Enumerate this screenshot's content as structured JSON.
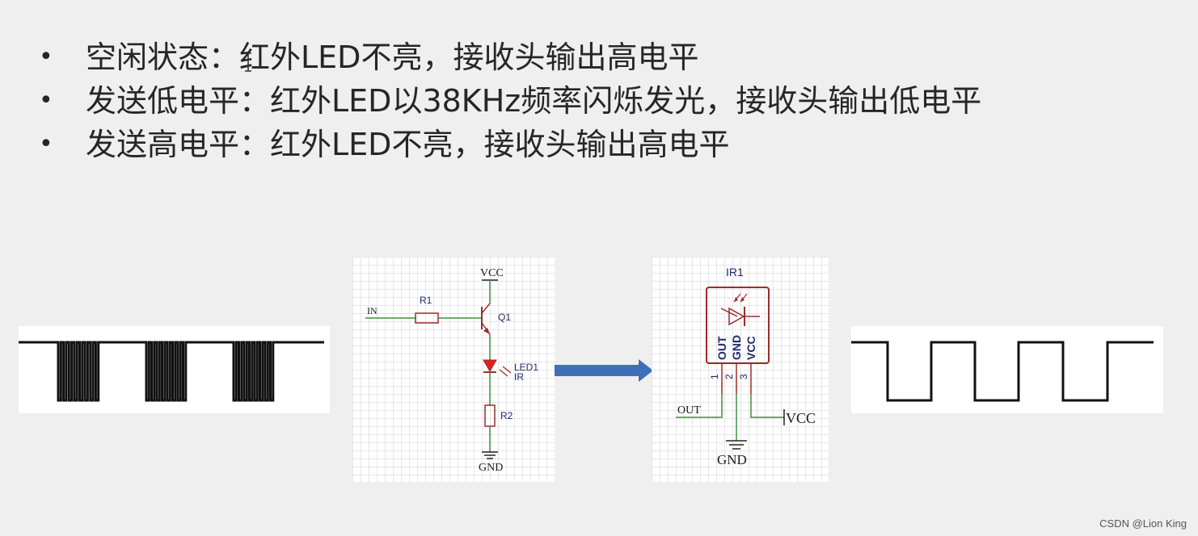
{
  "bullets": [
    {
      "text": "空闲状态：红外LED不亮，接收头输出高电平"
    },
    {
      "text": "发送低电平：红外LED以38KHz频率闪烁发光，接收头输出低电平"
    },
    {
      "text": "发送高电平：红外LED不亮，接收头输出高电平"
    }
  ],
  "bullet_symbol": "•",
  "transmitter": {
    "vcc": "VCC",
    "in": "IN",
    "r1": "R1",
    "q1": "Q1",
    "led1": "LED1",
    "ir": "IR",
    "r2": "R2",
    "gnd": "GND"
  },
  "receiver": {
    "ir1": "IR1",
    "pin_out": "OUT",
    "pin_gnd": "GND",
    "pin_vcc": "VCC",
    "pin1": "1",
    "pin2": "2",
    "pin3": "3",
    "out": "OUT",
    "vcc": "VCC",
    "gnd": "GND"
  },
  "colors": {
    "arrow": "#3e6fb8",
    "wire": "#3f8f3f",
    "component": "#9c2b2b",
    "led_fill": "#e02020",
    "label": "#1f2a6b"
  },
  "watermark": "CSDN @Lion King"
}
